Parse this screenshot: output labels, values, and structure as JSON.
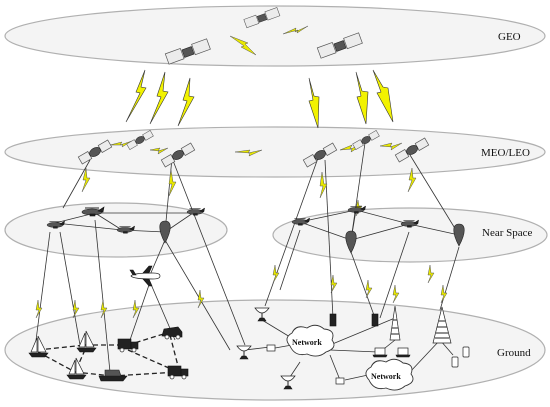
{
  "layers": [
    {
      "label": "GEO"
    },
    {
      "label": "MEO/LEO"
    },
    {
      "label": "Near Space"
    },
    {
      "label": "Ground"
    }
  ],
  "network_clouds": [
    {
      "label": "Network"
    },
    {
      "label": "Network"
    }
  ],
  "colors": {
    "layer_fill": "#f4f4f4",
    "layer_stroke": "#b0b0b0",
    "wireless_link": "#f2f200",
    "wired_link": "#333333"
  },
  "icons": [
    "satellite-icon",
    "airship-icon",
    "balloon-icon",
    "airplane-icon",
    "sailboat-icon",
    "truck-icon",
    "car-icon",
    "ship-icon",
    "antenna-dish-icon",
    "tower-icon",
    "base-station-icon",
    "laptop-icon",
    "phone-icon",
    "terminal-icon"
  ]
}
